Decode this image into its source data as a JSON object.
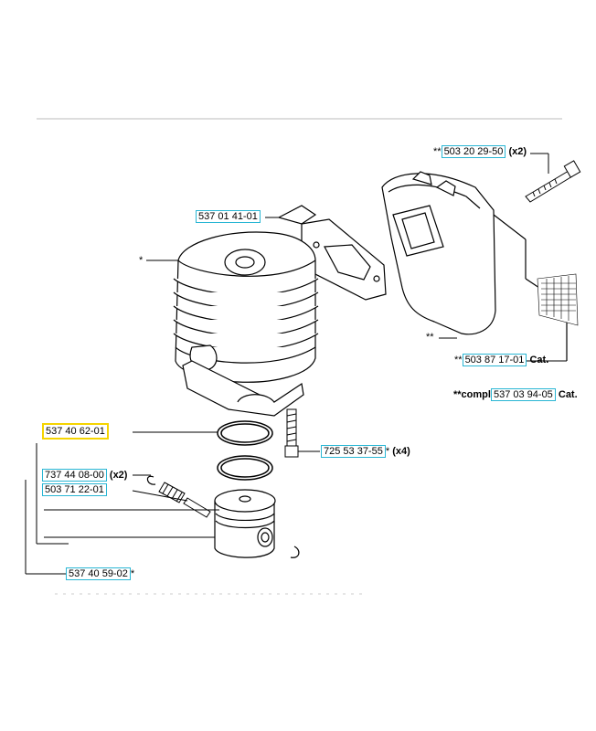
{
  "parts": {
    "bolt_top": {
      "prefix": "**",
      "number": "503 20 29-50",
      "suffix": "(x2)"
    },
    "gasket": {
      "prefix": "",
      "number": "537 01 41-01",
      "suffix": ""
    },
    "muffler_cat": {
      "prefix": "**",
      "number": "503 87 17-01",
      "suffix": "Cat."
    },
    "muffler_compl": {
      "prefix": "**compl",
      "number": "537 03 94-05",
      "suffix": "Cat."
    },
    "ring_set": {
      "prefix": "",
      "number": "537 40 62-01",
      "suffix": ""
    },
    "cyl_screw": {
      "prefix": "",
      "number": "725 53 37-55",
      "star": "*",
      "suffix": "(x4)"
    },
    "circlip": {
      "prefix": "",
      "number": "737 44 08-00",
      "suffix": "(x2)"
    },
    "bearing": {
      "prefix": "",
      "number": "503 71 22-01",
      "suffix": ""
    },
    "piston_kit": {
      "prefix": "",
      "number": "537 40 59-02",
      "suffix": "*"
    }
  },
  "markers": {
    "cylinder": "*",
    "muffler": "**"
  },
  "colors": {
    "part_box": "#29b6d4",
    "highlight": "#f5d400",
    "line": "#000000"
  }
}
